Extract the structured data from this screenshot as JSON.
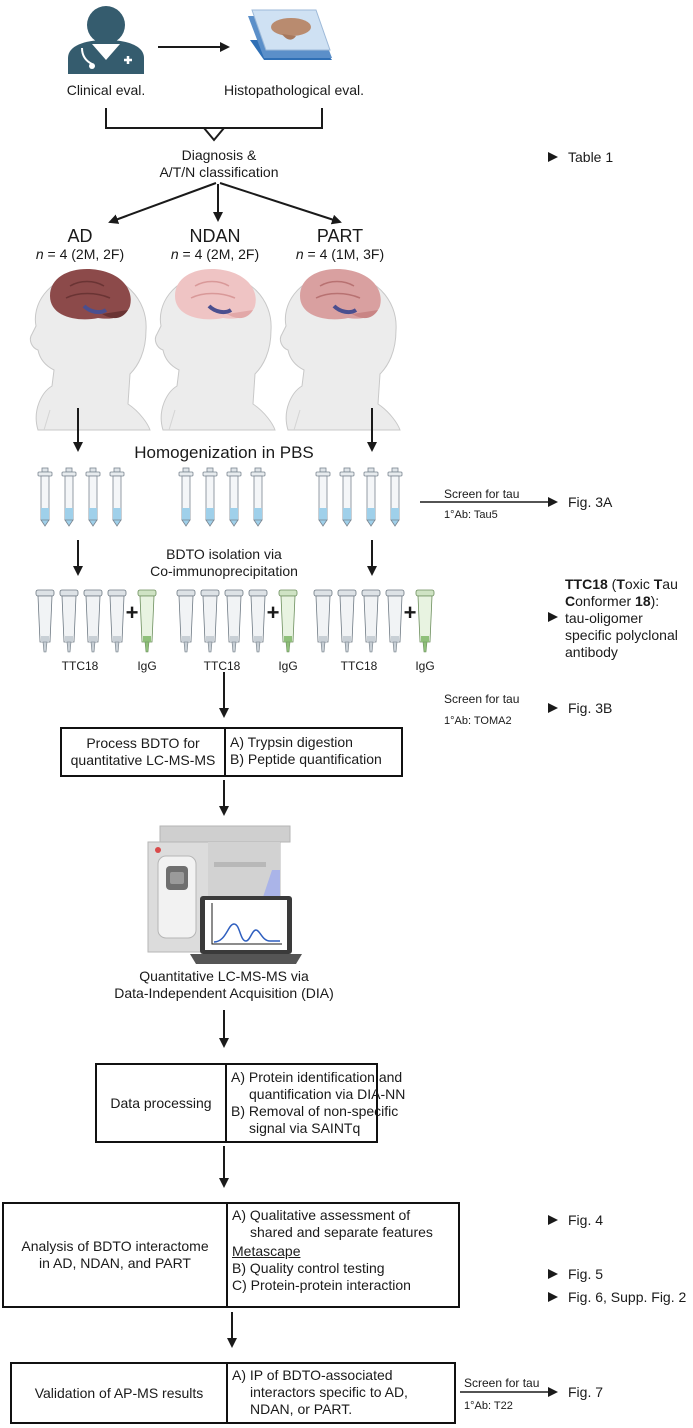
{
  "colors": {
    "ink": "#1a1a1a",
    "clinician": "#355c6e",
    "slide": "#5b8fc9",
    "brain_ad": "#8c4a4a",
    "brain_light": "#e9b8b8",
    "tube_liquid": "#9fd0ea",
    "igg": "#8fc07a"
  },
  "top": {
    "clinical": "Clinical eval.",
    "histo": "Histopathological eval.",
    "diagnosis_l1": "Diagnosis &",
    "diagnosis_l2": "A/T/N classification",
    "table": "Table 1"
  },
  "groups": [
    {
      "name": "AD",
      "n_label": "n",
      "n_rest": " = 4 (2M, 2F)"
    },
    {
      "name": "NDAN",
      "n_label": "n",
      "n_rest": " = 4 (2M, 2F)"
    },
    {
      "name": "PART",
      "n_label": "n",
      "n_rest": " = 4 (1M, 3F)"
    }
  ],
  "homogenization": "Homogenization in PBS",
  "screen1": {
    "label": "Screen for tau",
    "ab": "1°Ab: Tau5",
    "fig": "Fig. 3A"
  },
  "bdto": {
    "l1": "BDTO isolation via",
    "l2": "Co-immunoprecipitation"
  },
  "ttc18": {
    "label": "TTC18",
    "igg": "IgG",
    "plus": "+"
  },
  "ttc18_def": {
    "b1": "TTC18",
    "t1": " (",
    "b2": "T",
    "t2": "oxic ",
    "b3": "T",
    "t3": "au",
    "b4": "C",
    "t4": "onformer ",
    "b5": "18",
    "t5": "):",
    "l2": "tau-oligomer",
    "l3": "specific polyclonal",
    "l4": "antibody"
  },
  "screen2": {
    "label": "Screen for tau",
    "ab": "1°Ab: TOMA2",
    "fig": "Fig. 3B"
  },
  "process": {
    "left1": "Process BDTO for",
    "left2": "quantitative LC-MS-MS",
    "a": "A) Trypsin digestion",
    "b": "B) Peptide quantification"
  },
  "lcms": {
    "l1": "Quantitative LC-MS-MS via",
    "l2": "Data-Independent Acquisition (DIA)"
  },
  "dataproc": {
    "left": "Data processing",
    "a1": "A) Protein identification and",
    "a2": "quantification via DIA-NN",
    "b1": "B) Removal of non-specific",
    "b2": "signal via SAINTq"
  },
  "analysis": {
    "left1": "Analysis of BDTO interactome",
    "left2": "in AD, NDAN, and PART",
    "a1": "A) Qualitative assessment of",
    "a2": "shared and separate features",
    "meta": "Metascape",
    "b": "B) Quality control testing",
    "c": "C) Protein-protein interaction",
    "fig4": "Fig. 4",
    "fig5": "Fig. 5",
    "fig6": "Fig. 6, Supp. Fig. 2"
  },
  "validation": {
    "left": "Validation of AP-MS results",
    "a1": "A) IP of BDTO-associated",
    "a2": "interactors specific to AD,",
    "a3": "NDAN, or PART.",
    "screen": "Screen for tau",
    "ab": "1°Ab: T22",
    "fig": "Fig. 7"
  }
}
